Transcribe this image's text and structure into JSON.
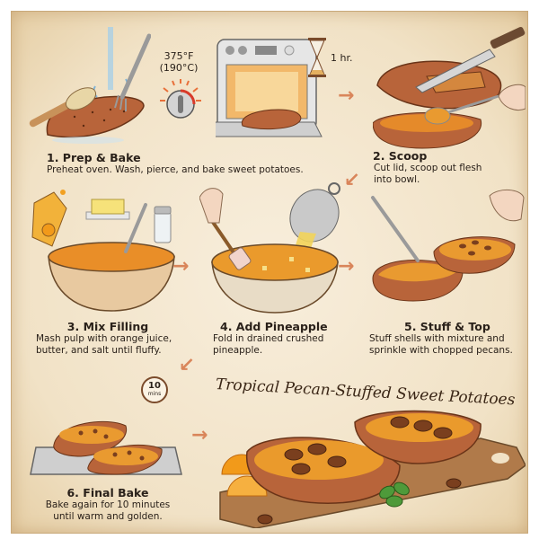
{
  "title": "Tropical Pecan-Stuffed Sweet Potatoes",
  "colors": {
    "parchment": "#f1e2c6",
    "text": "#2a211a",
    "arrow": "#d9855a",
    "sweet_potato_skin": "#b8643a",
    "filling": "#e99a30",
    "pecan": "#7a3f1e",
    "bowl": "#e8c9a0",
    "metal": "#b9b9b9",
    "dial_red": "#d83a2a",
    "mint": "#4e9a3a",
    "orange": "#f29a1a",
    "board": "#a5744a"
  },
  "step1": {
    "title": "1. Prep & Bake",
    "desc": "Preheat oven. Wash, pierce, and bake sweet potatoes.",
    "temp_f": "375°F",
    "temp_c": "(190°C)",
    "time": "1 hr."
  },
  "step2": {
    "title": "2. Scoop",
    "desc_line1": "Cut lid, scoop out flesh",
    "desc_line2": "into bowl."
  },
  "step3": {
    "title": "3. Mix Filling",
    "desc_line1": "Mash pulp with orange juice,",
    "desc_line2": "butter, and salt until fluffy."
  },
  "step4": {
    "title": "4. Add Pineapple",
    "desc_line1": "Fold in drained crushed",
    "desc_line2": "pineapple."
  },
  "step5": {
    "title": "5. Stuff & Top",
    "desc_line1": "Stuff shells with mixture and",
    "desc_line2": "sprinkle with chopped pecans."
  },
  "step6": {
    "title": "6. Final Bake",
    "desc_line1": "Bake again for 10 minutes",
    "desc_line2": "until warm and golden.",
    "timer_value": "10",
    "timer_unit": "mins"
  },
  "icons": [
    "water-stream-icon",
    "brush-icon",
    "fork-icon",
    "sweet-potato-icon",
    "oven-dial-icon",
    "oven-icon",
    "hourglass-icon",
    "knife-icon",
    "spoon-icon",
    "hand-icon",
    "juice-carton-icon",
    "butter-icon",
    "salt-shaker-icon",
    "mixing-bowl-icon",
    "colander-icon",
    "spatula-icon",
    "pecans-icon",
    "baking-tray-icon",
    "timer-icon",
    "cutting-board-icon",
    "orange-slice-icon",
    "mint-leaf-icon",
    "arrow-icon"
  ]
}
